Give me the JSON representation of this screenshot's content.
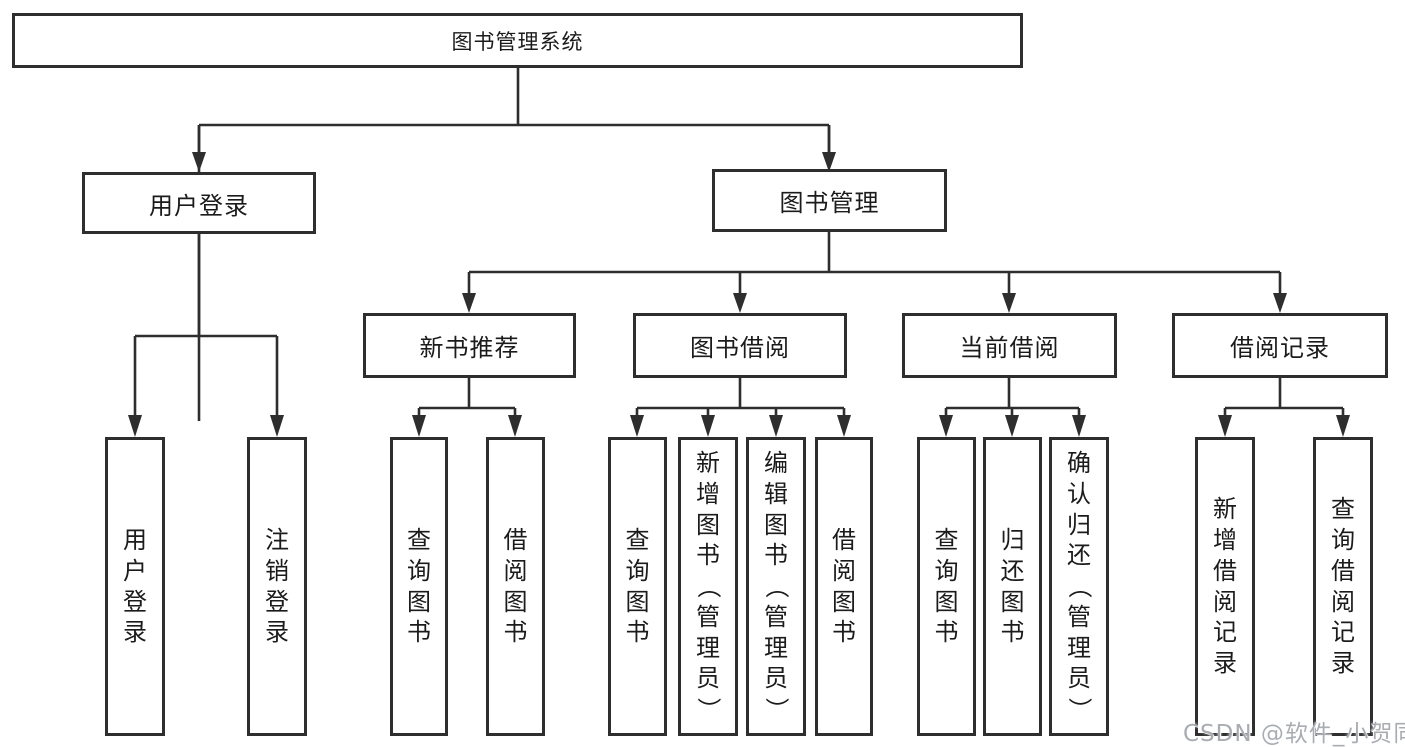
{
  "diagram": {
    "title": "图书管理系统",
    "type": "hierarchy-tree",
    "colors": {
      "line": "#2e2e2e",
      "box_border": "#2e2e2e",
      "background": "#ffffff",
      "text": "#1b1b1b",
      "watermark": "#a9adb2"
    }
  },
  "tree": {
    "label": "图书管理系统",
    "children": [
      {
        "label": "用户登录",
        "children": [
          {
            "label": "用户登录"
          },
          {
            "label": "注销登录"
          }
        ]
      },
      {
        "label": "图书管理",
        "children": [
          {
            "label": "新书推荐",
            "children": [
              {
                "label": "查询图书"
              },
              {
                "label": "借阅图书"
              }
            ]
          },
          {
            "label": "图书借阅",
            "children": [
              {
                "label": "查询图书"
              },
              {
                "label": "新增图书（管理员）"
              },
              {
                "label": "编辑图书（管理员）"
              },
              {
                "label": "借阅图书"
              }
            ]
          },
          {
            "label": "当前借阅",
            "children": [
              {
                "label": "查询图书"
              },
              {
                "label": "归还图书"
              },
              {
                "label": "确认归还（管理员）"
              }
            ]
          },
          {
            "label": "借阅记录",
            "children": [
              {
                "label": "新增借阅记录"
              },
              {
                "label": "查询借阅记录"
              }
            ]
          }
        ]
      }
    ]
  },
  "watermark": {
    "text": "CSDN @软件_小贺同学"
  }
}
